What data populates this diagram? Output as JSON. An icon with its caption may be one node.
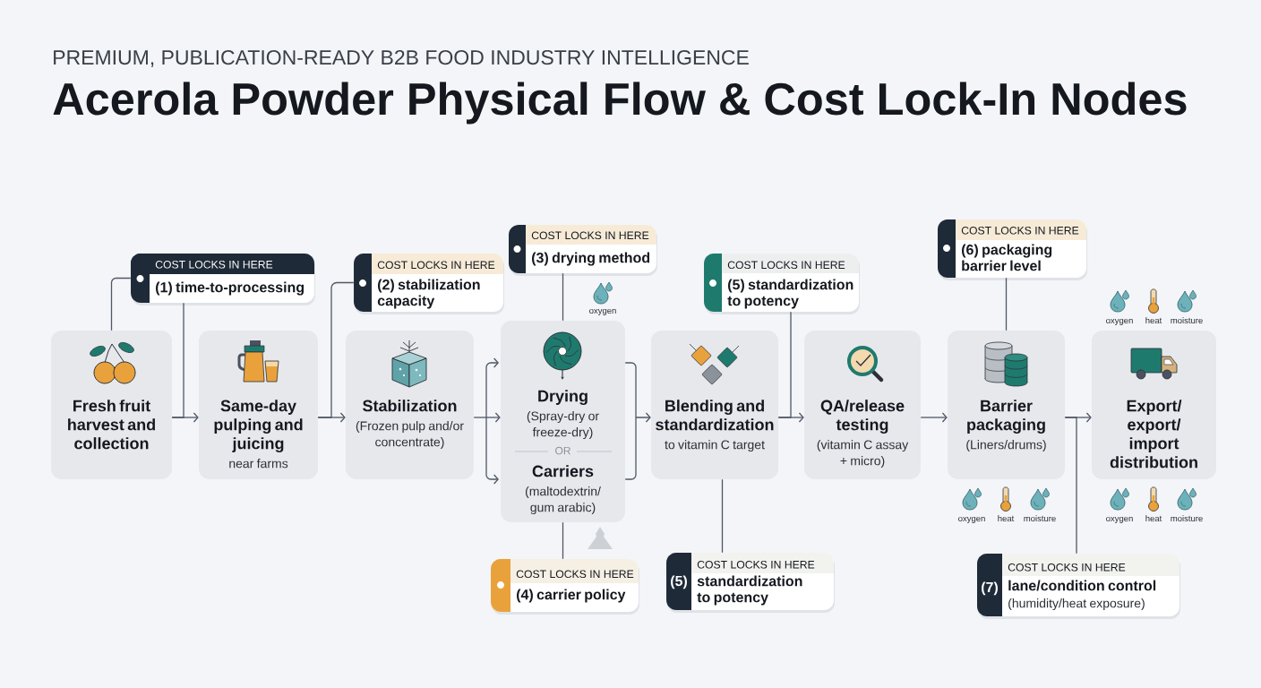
{
  "diagram": {
    "title": "Acerola Powder Physical Flow & Cost Lock-In Nodes",
    "nodes": [
      {
        "text": [
          "COST LOCKS IN HERE",
          "(1) time-to-processing"
        ]
      },
      {
        "text": [
          "COST LOCKS IN HERE",
          "(2) stabilization capacity"
        ]
      },
      {
        "text": [
          "COST LOCKS IN HERE",
          "(3) drying method"
        ]
      },
      {
        "text": [
          "COST LOCKS IN HERE",
          "(5) standardization to potency"
        ]
      },
      {
        "text": [
          "COST LOCKS IN HERE",
          "(6) packaging barrier level"
        ]
      },
      {
        "text": [
          "Fresh fruit harvest and collection"
        ]
      },
      {
        "text": [
          "Same-day pulping and juicing",
          "near farms"
        ]
      },
      {
        "text": [
          "Stabilization",
          "(Frozen pulp and/or concentrate)"
        ]
      },
      {
        "text": [
          "Drying",
          "(Spray-dry or freeze-dry)",
          "OR",
          "Carriers",
          "(maltodextrin/ gum arabic)"
        ],
        "beside": [
          "oxygen"
        ]
      },
      {
        "text": [
          "Blending and standardization",
          "to vitamin C target"
        ]
      },
      {
        "text": [
          "QA/release testing",
          "(vitamin C assay + micro)"
        ]
      },
      {
        "text": [
          "Barrier packaging",
          "(Liners/drums)"
        ],
        "beside": [
          "oxygen",
          "heat",
          "moisture"
        ]
      },
      {
        "text": [
          "Export/ export/ import distribution"
        ],
        "beside": [
          "oxygen",
          "heat",
          "moisture",
          "oxygen",
          "heat",
          "moisture"
        ]
      },
      {
        "text": [
          "COST LOCKS IN HERE",
          "(4) carrier policy"
        ]
      },
      {
        "text": [
          "(5)",
          "COST LOCKS IN HERE",
          "standardization to potency"
        ]
      },
      {
        "text": [
          "(7)",
          "COST LOCKS IN HERE",
          "lane/condition control",
          "(humidity/heat exposure)"
        ]
      }
    ],
    "edges": [
      {
        "from": 5,
        "to": 6,
        "arrow": "to"
      },
      {
        "from": 6,
        "to": 7,
        "arrow": "to"
      },
      {
        "from": 7,
        "to": 8,
        "arrow": "to"
      },
      {
        "from": 8,
        "to": 9,
        "arrow": "to"
      },
      {
        "from": 9,
        "to": 10,
        "arrow": "to"
      },
      {
        "from": 10,
        "to": 11,
        "arrow": "to"
      },
      {
        "from": 11,
        "to": 12,
        "arrow": "to"
      },
      {
        "from": 0,
        "to": 5,
        "arrow": "none"
      },
      {
        "from": 0,
        "to": 5,
        "arrow": "none"
      },
      {
        "from": 1,
        "to": 6,
        "arrow": "none"
      },
      {
        "from": 2,
        "to": 8,
        "arrow": "none"
      },
      {
        "from": 3,
        "to": 9,
        "arrow": "none"
      },
      {
        "from": 4,
        "to": 11,
        "arrow": "none"
      },
      {
        "from": 13,
        "to": 8,
        "arrow": "none"
      },
      {
        "from": 14,
        "to": 9,
        "arrow": "none"
      },
      {
        "from": 15,
        "to": 11,
        "arrow": "none"
      }
    ],
    "labels": [
      "PREMIUM, PUBLICATION-READY B2B FOOD INDUSTRY INTELLIGENCE"
    ]
  }
}
